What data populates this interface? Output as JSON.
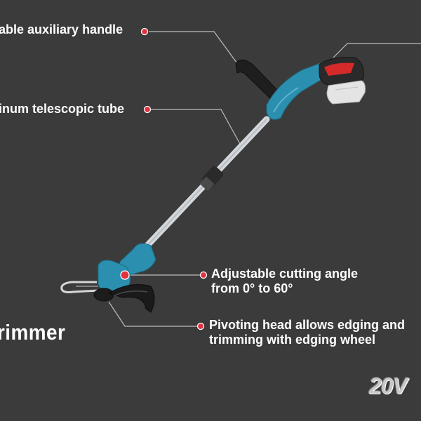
{
  "callouts": {
    "handle": "able auxiliary handle",
    "tube": "inum telescopic tube",
    "angle_line1": "Adjustable cutting angle",
    "angle_line2": "from 0° to 60°",
    "pivot_line1": "Pivoting head allows edging and",
    "pivot_line2": "trimming with edging wheel"
  },
  "title": "rimmer",
  "badge": "20V",
  "colors": {
    "background": "#3b3b3b",
    "marker": "#e0313f",
    "tool_body": "#2b8fb0",
    "tube": "#d4d8dc",
    "battery_accent": "#d42a2a"
  },
  "icons": [
    "red-dot-marker-icon"
  ]
}
